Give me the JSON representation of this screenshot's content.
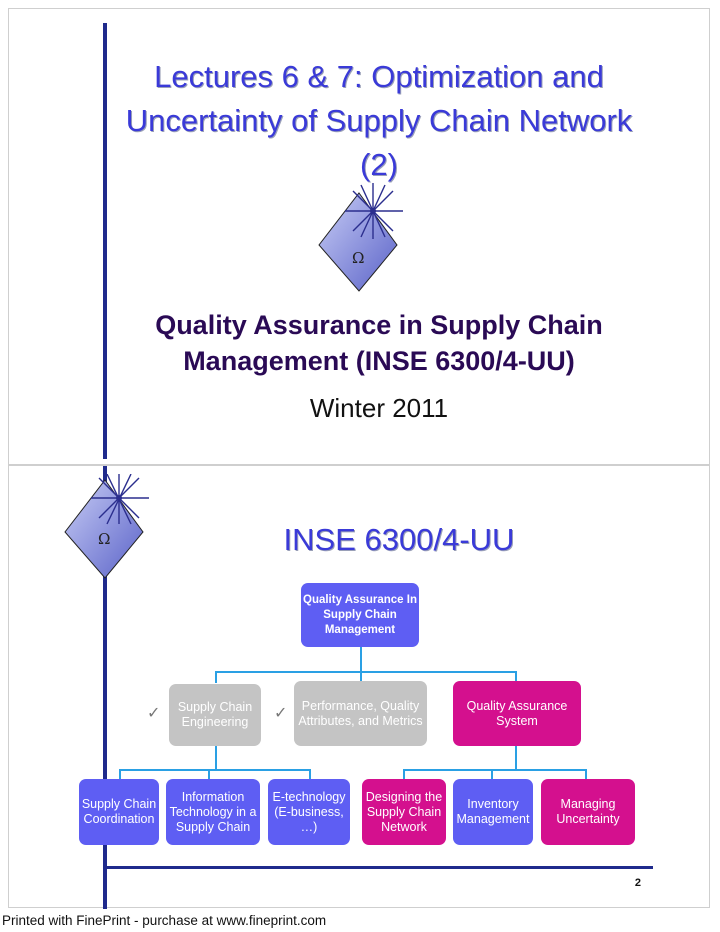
{
  "slide1": {
    "title": "Lectures 6 & 7: Optimization and Uncertainty of Supply Chain Network (2)",
    "logo_symbol": "Ω",
    "subtitle": "Quality Assurance in Supply Chain Management (INSE 6300/4-UU)",
    "term": "Winter 2011"
  },
  "slide2": {
    "logo_symbol": "Ω",
    "title": "INSE 6300/4-UU",
    "page_number": "2",
    "org_chart": {
      "root": "Quality Assurance In Supply Chain Management",
      "level1": [
        {
          "label": "Supply Chain Engineering",
          "checked": true
        },
        {
          "label": "Performance, Quality Attributes, and Metrics",
          "checked": true
        },
        {
          "label": "Quality Assurance System",
          "checked": false
        }
      ],
      "level2_left": [
        "Supply Chain Coordination",
        "Information Technology in a Supply Chain",
        "E-technology (E-business, …)"
      ],
      "level2_right": [
        "Designing the Supply Chain Network",
        "Inventory Management",
        "Managing Uncertainty"
      ],
      "check_symbol": "✓"
    },
    "colors": {
      "blue": "#5e5ef3",
      "gray": "#c4c4c4",
      "magenta": "#d4108e",
      "connector": "#2aa0e4"
    }
  },
  "footer": "Printed with FinePrint - purchase at www.fineprint.com"
}
